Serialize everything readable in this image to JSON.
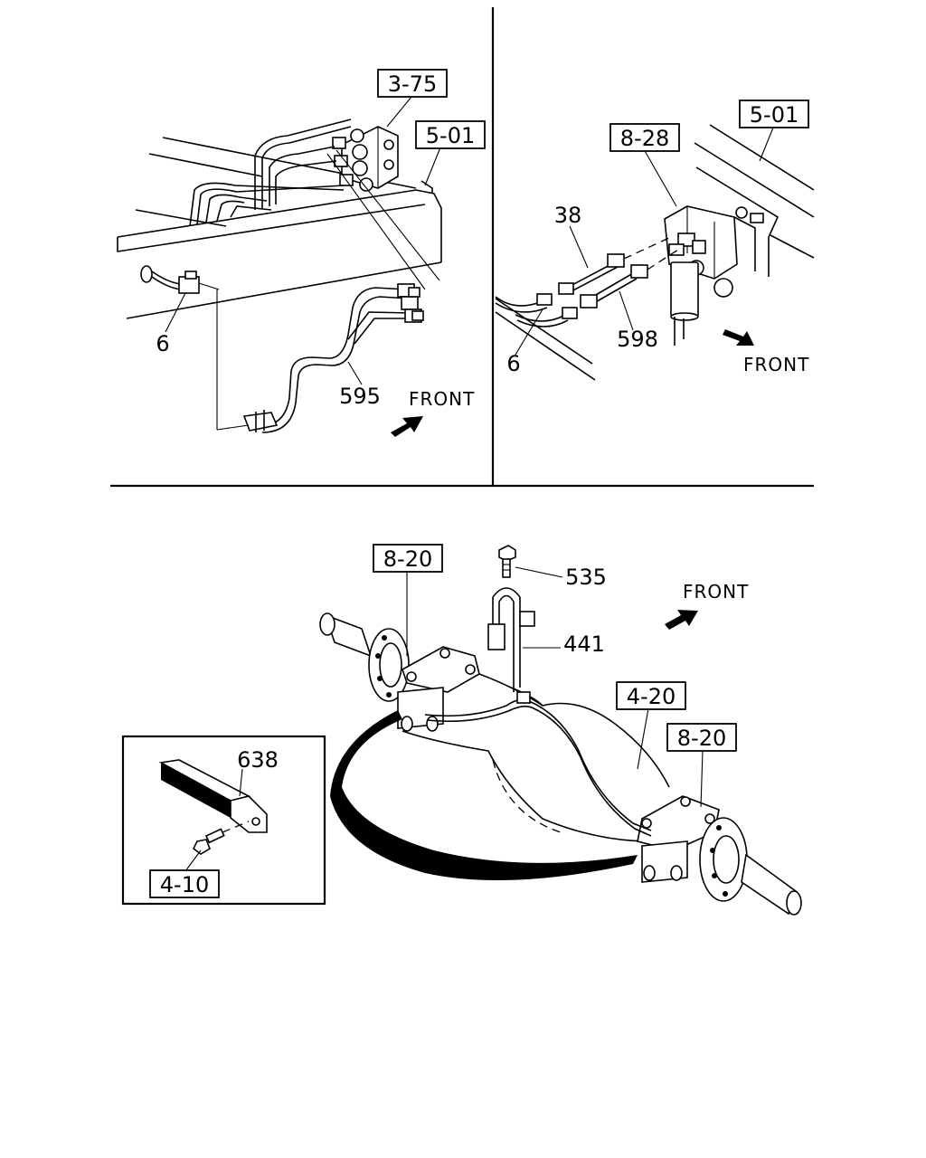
{
  "panels": {
    "top_left": {
      "refs": {
        "r375": "3-75",
        "r501": "5-01"
      },
      "parts": {
        "p6": "6",
        "p595": "595"
      },
      "front": "FRONT"
    },
    "top_right": {
      "refs": {
        "r828": "8-28",
        "r501": "5-01"
      },
      "parts": {
        "p38": "38",
        "p598": "598",
        "p6": "6"
      },
      "front": "FRONT"
    },
    "bottom": {
      "refs": {
        "r820a": "8-20",
        "r420": "4-20",
        "r820b": "8-20"
      },
      "parts": {
        "p535": "535",
        "p441": "441"
      },
      "front": "FRONT"
    },
    "inset": {
      "parts": {
        "p638": "638"
      },
      "refs": {
        "r410": "4-10"
      }
    }
  }
}
